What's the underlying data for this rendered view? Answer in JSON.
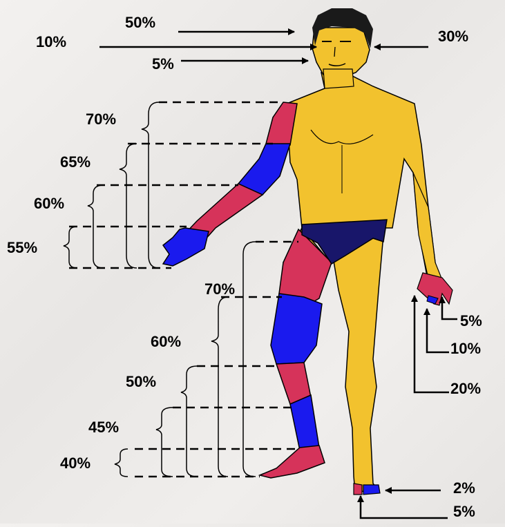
{
  "labels": {
    "head_top": "50%",
    "head_left": "10%",
    "head_mid": "5%",
    "head_right": "30%",
    "arm_70": "70%",
    "arm_65": "65%",
    "arm_60": "60%",
    "arm_55": "55%",
    "leg_70": "70%",
    "leg_60": "60%",
    "leg_50": "50%",
    "leg_45": "45%",
    "leg_40": "40%",
    "hand_5": "5%",
    "hand_10": "10%",
    "hand_20": "20%",
    "foot_2": "2%",
    "foot_5": "5%"
  },
  "colors": {
    "skin": "#f2c22e",
    "red": "#d6335a",
    "blue": "#1a1aee",
    "navy": "#18166a",
    "hair": "#1a1a1a",
    "line": "#000000"
  }
}
